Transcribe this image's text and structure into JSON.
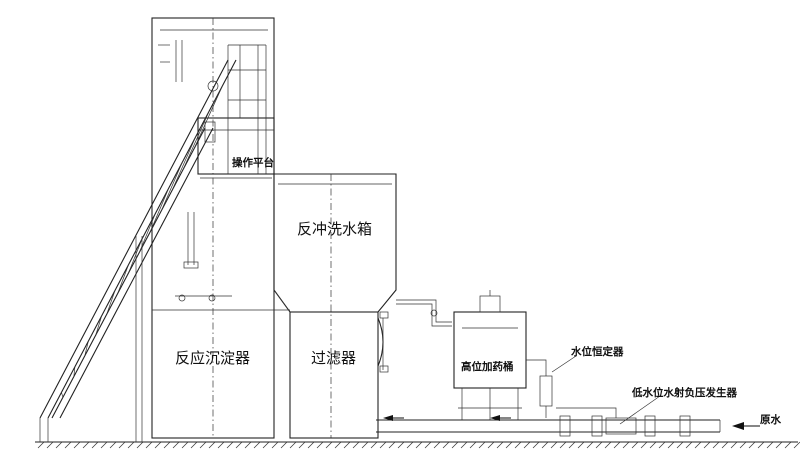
{
  "labels": {
    "platform": "操作平台",
    "backwash_tank": "反冲洗水箱",
    "reaction_tank": "反应沉淀器",
    "filter": "过滤器",
    "dosing_tank": "高位加药桶",
    "level_keeper": "水位恒定器",
    "ejector": "低水位水射负压发生器",
    "raw_water": "原水"
  },
  "icons": [
    "arrow-left-icon",
    "valve-icon",
    "ground-hatch-icon"
  ]
}
